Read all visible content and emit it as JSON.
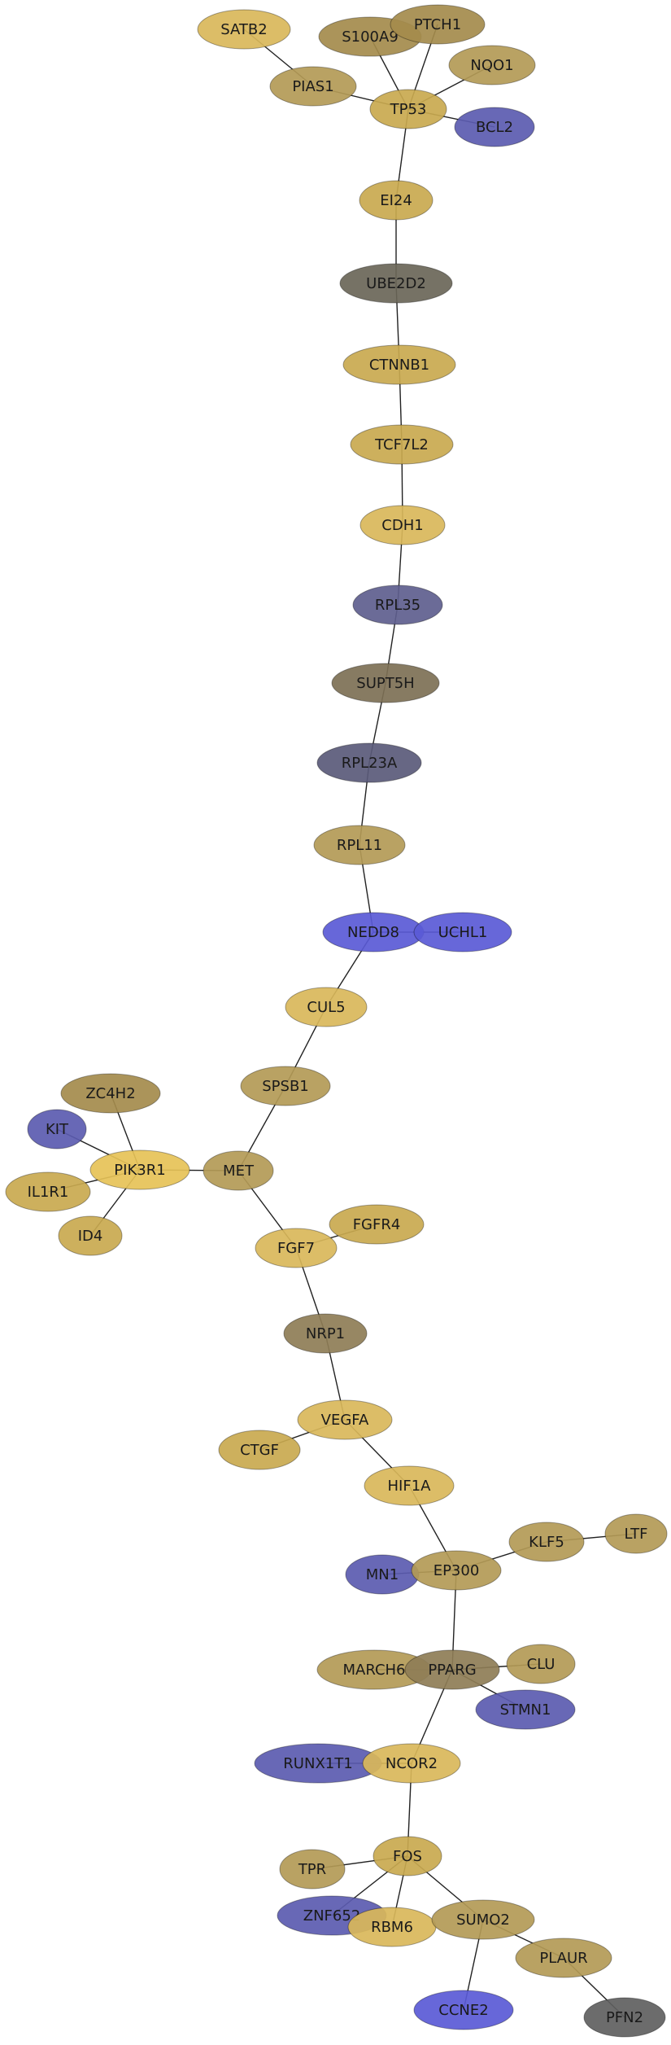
{
  "colors": {
    "gold_bright": "#e6c257",
    "gold": "#d9b75a",
    "tan": "#c9a94f",
    "olive": "#b39a56",
    "olive_dark": "#a48b4c",
    "khaki_grey": "#8e7d56",
    "brown_grey": "#7d7055",
    "dark_grey": "#6a6658",
    "slate": "#5a5a7a",
    "navy_grey": "#5e5e8e",
    "indigo": "#5b5bb0",
    "blue": "#5a5ad6",
    "charcoal": "#606060",
    "edge": "#222222"
  },
  "nodes": [
    {
      "id": "SATB2",
      "label": "SATB2",
      "color": "gold"
    },
    {
      "id": "S100A9",
      "label": "S100A9",
      "color": "olive_dark"
    },
    {
      "id": "PTCH1",
      "label": "PTCH1",
      "color": "olive_dark"
    },
    {
      "id": "NQO1",
      "label": "NQO1",
      "color": "olive"
    },
    {
      "id": "PIAS1",
      "label": "PIAS1",
      "color": "olive"
    },
    {
      "id": "TP53",
      "label": "TP53",
      "color": "tan"
    },
    {
      "id": "BCL2",
      "label": "BCL2",
      "color": "indigo"
    },
    {
      "id": "EI24",
      "label": "EI24",
      "color": "tan"
    },
    {
      "id": "UBE2D2",
      "label": "UBE2D2",
      "color": "dark_grey"
    },
    {
      "id": "CTNNB1",
      "label": "CTNNB1",
      "color": "tan"
    },
    {
      "id": "TCF7L2",
      "label": "TCF7L2",
      "color": "tan"
    },
    {
      "id": "CDH1",
      "label": "CDH1",
      "color": "gold"
    },
    {
      "id": "RPL35",
      "label": "RPL35",
      "color": "navy_grey"
    },
    {
      "id": "SUPT5H",
      "label": "SUPT5H",
      "color": "brown_grey"
    },
    {
      "id": "RPL23A",
      "label": "RPL23A",
      "color": "slate"
    },
    {
      "id": "RPL11",
      "label": "RPL11",
      "color": "olive"
    },
    {
      "id": "NEDD8",
      "label": "NEDD8",
      "color": "blue"
    },
    {
      "id": "UCHL1",
      "label": "UCHL1",
      "color": "blue"
    },
    {
      "id": "CUL5",
      "label": "CUL5",
      "color": "gold"
    },
    {
      "id": "ZC4H2",
      "label": "ZC4H2",
      "color": "olive_dark"
    },
    {
      "id": "SPSB1",
      "label": "SPSB1",
      "color": "olive"
    },
    {
      "id": "KIT",
      "label": "KIT",
      "color": "indigo"
    },
    {
      "id": "PIK3R1",
      "label": "PIK3R1",
      "color": "gold_bright"
    },
    {
      "id": "MET",
      "label": "MET",
      "color": "olive"
    },
    {
      "id": "IL1R1",
      "label": "IL1R1",
      "color": "tan"
    },
    {
      "id": "ID4",
      "label": "ID4",
      "color": "tan"
    },
    {
      "id": "FGFR4",
      "label": "FGFR4",
      "color": "tan"
    },
    {
      "id": "FGF7",
      "label": "FGF7",
      "color": "gold"
    },
    {
      "id": "NRP1",
      "label": "NRP1",
      "color": "khaki_grey"
    },
    {
      "id": "VEGFA",
      "label": "VEGFA",
      "color": "gold"
    },
    {
      "id": "CTGF",
      "label": "CTGF",
      "color": "tan"
    },
    {
      "id": "HIF1A",
      "label": "HIF1A",
      "color": "gold"
    },
    {
      "id": "LTF",
      "label": "LTF",
      "color": "olive"
    },
    {
      "id": "KLF5",
      "label": "KLF5",
      "color": "olive"
    },
    {
      "id": "MN1",
      "label": "MN1",
      "color": "indigo"
    },
    {
      "id": "EP300",
      "label": "EP300",
      "color": "olive"
    },
    {
      "id": "MARCH6",
      "label": "MARCH6",
      "color": "olive"
    },
    {
      "id": "PPARG",
      "label": "PPARG",
      "color": "khaki_grey"
    },
    {
      "id": "CLU",
      "label": "CLU",
      "color": "olive"
    },
    {
      "id": "STMN1",
      "label": "STMN1",
      "color": "indigo"
    },
    {
      "id": "RUNX1T1",
      "label": "RUNX1T1",
      "color": "indigo"
    },
    {
      "id": "NCOR2",
      "label": "NCOR2",
      "color": "gold"
    },
    {
      "id": "FOS",
      "label": "FOS",
      "color": "tan"
    },
    {
      "id": "TPR",
      "label": "TPR",
      "color": "olive"
    },
    {
      "id": "ZNF652",
      "label": "ZNF652",
      "color": "indigo"
    },
    {
      "id": "RBM6",
      "label": "RBM6",
      "color": "gold"
    },
    {
      "id": "SUMO2",
      "label": "SUMO2",
      "color": "olive"
    },
    {
      "id": "PLAUR",
      "label": "PLAUR",
      "color": "olive"
    },
    {
      "id": "CCNE2",
      "label": "CCNE2",
      "color": "blue"
    },
    {
      "id": "PFN2",
      "label": "PFN2",
      "color": "charcoal"
    }
  ],
  "edges": [
    [
      "SATB2",
      "PIAS1"
    ],
    [
      "PIAS1",
      "TP53"
    ],
    [
      "S100A9",
      "TP53"
    ],
    [
      "PTCH1",
      "TP53"
    ],
    [
      "NQO1",
      "TP53"
    ],
    [
      "TP53",
      "BCL2"
    ],
    [
      "TP53",
      "EI24"
    ],
    [
      "EI24",
      "UBE2D2"
    ],
    [
      "UBE2D2",
      "CTNNB1"
    ],
    [
      "CTNNB1",
      "TCF7L2"
    ],
    [
      "TCF7L2",
      "CDH1"
    ],
    [
      "CDH1",
      "RPL35"
    ],
    [
      "RPL35",
      "SUPT5H"
    ],
    [
      "SUPT5H",
      "RPL23A"
    ],
    [
      "RPL23A",
      "RPL11"
    ],
    [
      "RPL11",
      "NEDD8"
    ],
    [
      "NEDD8",
      "UCHL1"
    ],
    [
      "NEDD8",
      "CUL5"
    ],
    [
      "CUL5",
      "SPSB1"
    ],
    [
      "SPSB1",
      "MET"
    ],
    [
      "ZC4H2",
      "PIK3R1"
    ],
    [
      "KIT",
      "PIK3R1"
    ],
    [
      "IL1R1",
      "PIK3R1"
    ],
    [
      "ID4",
      "PIK3R1"
    ],
    [
      "PIK3R1",
      "MET"
    ],
    [
      "MET",
      "FGF7"
    ],
    [
      "FGF7",
      "FGFR4"
    ],
    [
      "FGF7",
      "NRP1"
    ],
    [
      "NRP1",
      "VEGFA"
    ],
    [
      "VEGFA",
      "CTGF"
    ],
    [
      "VEGFA",
      "HIF1A"
    ],
    [
      "HIF1A",
      "EP300"
    ],
    [
      "EP300",
      "KLF5"
    ],
    [
      "KLF5",
      "LTF"
    ],
    [
      "MN1",
      "EP300"
    ],
    [
      "EP300",
      "PPARG"
    ],
    [
      "MARCH6",
      "PPARG"
    ],
    [
      "PPARG",
      "CLU"
    ],
    [
      "PPARG",
      "STMN1"
    ],
    [
      "PPARG",
      "NCOR2"
    ],
    [
      "RUNX1T1",
      "NCOR2"
    ],
    [
      "NCOR2",
      "FOS"
    ],
    [
      "FOS",
      "TPR"
    ],
    [
      "FOS",
      "ZNF652"
    ],
    [
      "FOS",
      "RBM6"
    ],
    [
      "FOS",
      "SUMO2"
    ],
    [
      "SUMO2",
      "CCNE2"
    ],
    [
      "SUMO2",
      "PLAUR"
    ],
    [
      "PLAUR",
      "PFN2"
    ]
  ]
}
